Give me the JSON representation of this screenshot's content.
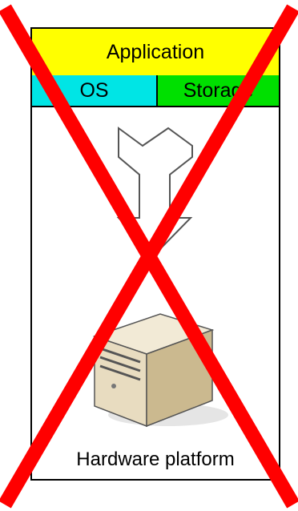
{
  "labels": {
    "application": "Application",
    "os": "OS",
    "storage": "Storage",
    "hardware": "Hardware platform"
  },
  "colors": {
    "application_bg": "#ffff00",
    "os_bg": "#00e5e5",
    "storage_bg": "#00e000",
    "cross": "#ff0000"
  },
  "icons": [
    "down-arrow-icon",
    "server-tower-icon",
    "cross-out-mark"
  ]
}
